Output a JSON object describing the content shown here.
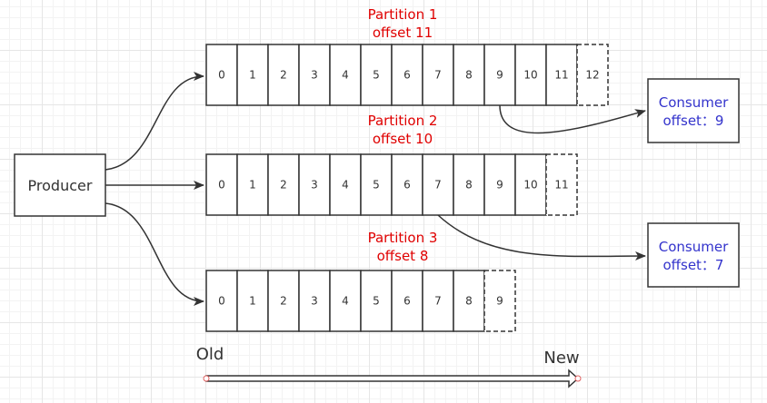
{
  "producer": {
    "label": "Producer"
  },
  "partitions": [
    {
      "title": "Partition 1",
      "offset_label": "offset 11",
      "cells": [
        "0",
        "1",
        "2",
        "3",
        "4",
        "5",
        "6",
        "7",
        "8",
        "9",
        "10",
        "11"
      ],
      "pending": "12"
    },
    {
      "title": "Partition 2",
      "offset_label": "offset 10",
      "cells": [
        "0",
        "1",
        "2",
        "3",
        "4",
        "5",
        "6",
        "7",
        "8",
        "9",
        "10"
      ],
      "pending": "11"
    },
    {
      "title": "Partition 3",
      "offset_label": "offset 8",
      "cells": [
        "0",
        "1",
        "2",
        "3",
        "4",
        "5",
        "6",
        "7",
        "8"
      ],
      "pending": "9"
    }
  ],
  "consumers": [
    {
      "title": "Consumer",
      "offset_label": "offset：9",
      "reads_partition": 1,
      "reads_cell": "9"
    },
    {
      "title": "Consumer",
      "offset_label": "offset：7",
      "reads_partition": 2,
      "reads_cell": "7"
    }
  ],
  "timeline": {
    "old": "Old",
    "new": "New"
  },
  "colors": {
    "partition_label": "#e00000",
    "consumer_text": "#3333cc",
    "stroke": "#333333"
  }
}
